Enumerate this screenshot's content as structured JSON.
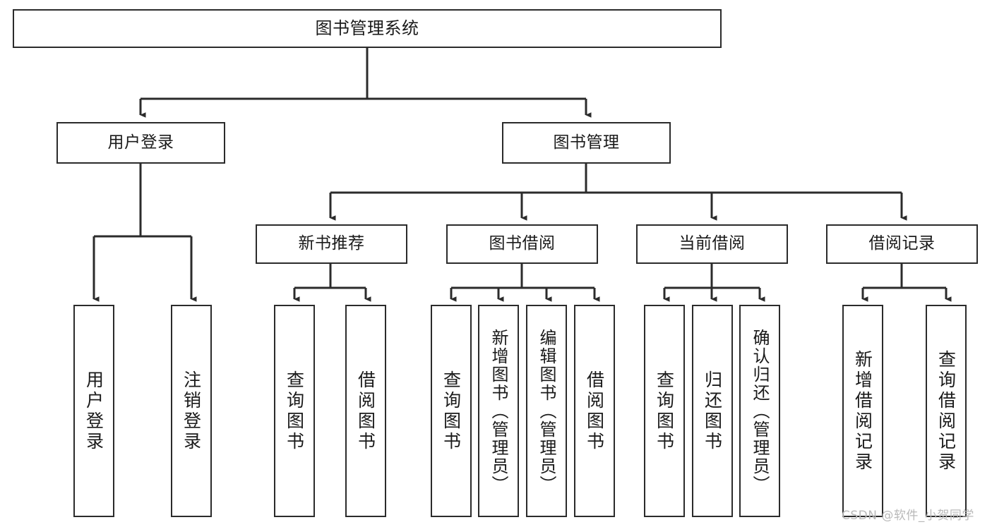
{
  "diagram": {
    "title": "图书管理系统",
    "type": "tree",
    "stroke_color": "#2b2b2b",
    "fill_color": "#ffffff",
    "text_color": "#1a1a1a",
    "watermark": "CSDN @软件_小贺同学",
    "nodes": {
      "root": "图书管理系统",
      "level1": [
        "用户登录",
        "图书管理"
      ],
      "level2": [
        "新书推荐",
        "图书借阅",
        "当前借阅",
        "借阅记录"
      ],
      "leaves": {
        "user_login": [
          "用户登录",
          "注销登录"
        ],
        "new_book_recommend": [
          "查询图书",
          "借阅图书"
        ],
        "book_borrow": [
          "查询图书",
          "新增图书（管理员）",
          "编辑图书（管理员）",
          "借阅图书"
        ],
        "current_borrow": [
          "查询图书",
          "归还图书",
          "确认归还（管理员）"
        ],
        "borrow_records": [
          "新增借阅记录",
          "查询借阅记录"
        ]
      }
    }
  }
}
